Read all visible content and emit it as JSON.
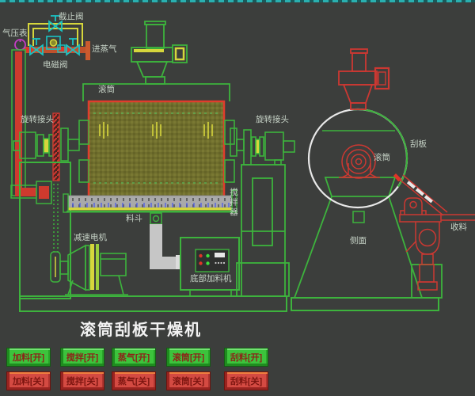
{
  "title": "滚筒刮板干燥机",
  "piping": {
    "pressure_gauge_label": "气压表",
    "stop_valve_label": "截止阀",
    "steam_inlet_label": "进蒸气",
    "solenoid_valve_label": "电磁阀"
  },
  "front_view": {
    "drum_label": "滚筒",
    "rotary_joint_left_label": "旋转接头",
    "rotary_joint_right_label": "旋转接头",
    "agitator_label": "搅拌器",
    "hopper_label": "料斗",
    "gear_motor_label": "减速电机",
    "bottom_feeder_label": "底部加料机"
  },
  "side_view": {
    "scraper_label": "刮板",
    "drum_label": "滚筒",
    "side_label": "侧面",
    "collect_label": "收料"
  },
  "controls": {
    "on_buttons": [
      {
        "label": "加料[开]"
      },
      {
        "label": "搅拌[开]"
      },
      {
        "label": "蒸气[开]"
      },
      {
        "label": "滚筒[开]"
      },
      {
        "label": "刮料[开]"
      }
    ],
    "off_buttons": [
      {
        "label": "加料[关]"
      },
      {
        "label": "搅拌[关]"
      },
      {
        "label": "蒸气[关]"
      },
      {
        "label": "滚筒[关]"
      },
      {
        "label": "刮料[关]"
      }
    ]
  },
  "colors": {
    "line_green": "#3db33d",
    "alarm_red": "#cc3832",
    "pipe_yellow": "#d6d63c",
    "valve_cyan": "#1ac3c3",
    "gauge_magenta": "#c53ec5",
    "drum_fill": "#6f6e2d",
    "button_on": "#3cc33c",
    "button_off": "#d44a42"
  }
}
